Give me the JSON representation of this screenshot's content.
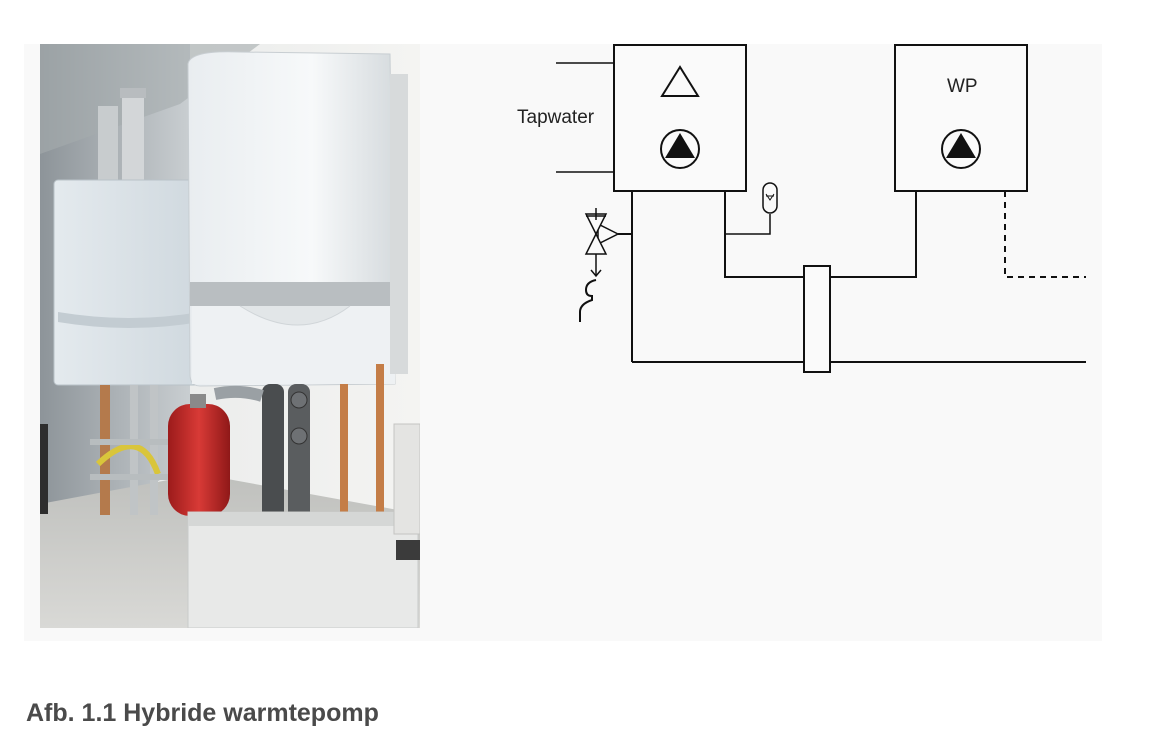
{
  "figure": {
    "caption": "Afb. 1.1 Hybride warmtepomp",
    "photo": {
      "description_icon": "boiler-installation-photo"
    },
    "schematic": {
      "tapwater_label": "Tapwater",
      "heat_pump_label": "WP",
      "icons": {
        "boiler_triangle": "triangle-outline-icon",
        "pump": "circulation-pump-icon",
        "safety_valve": "safety-valve-icon",
        "expansion_vessel": "expansion-vessel-icon",
        "hydraulic_separator": "low-loss-header-icon"
      }
    }
  }
}
